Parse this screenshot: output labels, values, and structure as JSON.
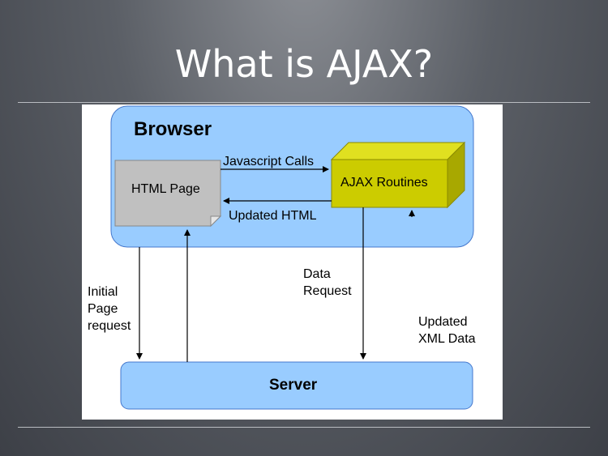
{
  "slide": {
    "title": "What is AJAX?"
  },
  "diagram": {
    "browser_label": "Browser",
    "html_page_label": "HTML Page",
    "ajax_routines_label": "AJAX Routines",
    "javascript_calls_label": "Javascript Calls",
    "updated_html_label": "Updated HTML",
    "initial_request_lines": [
      "Initial",
      "Page",
      "request"
    ],
    "data_request_lines": [
      "Data",
      "Request"
    ],
    "updated_xml_lines": [
      "Updated",
      "XML Data"
    ],
    "server_label": "Server",
    "colors": {
      "browser_fill": "#99ccff",
      "server_fill": "#99ccff",
      "ajax_box_front": "#cccc00",
      "ajax_box_top": "#e0e020",
      "ajax_box_side": "#a8a800",
      "html_page_fill": "#c0c0c0"
    }
  }
}
